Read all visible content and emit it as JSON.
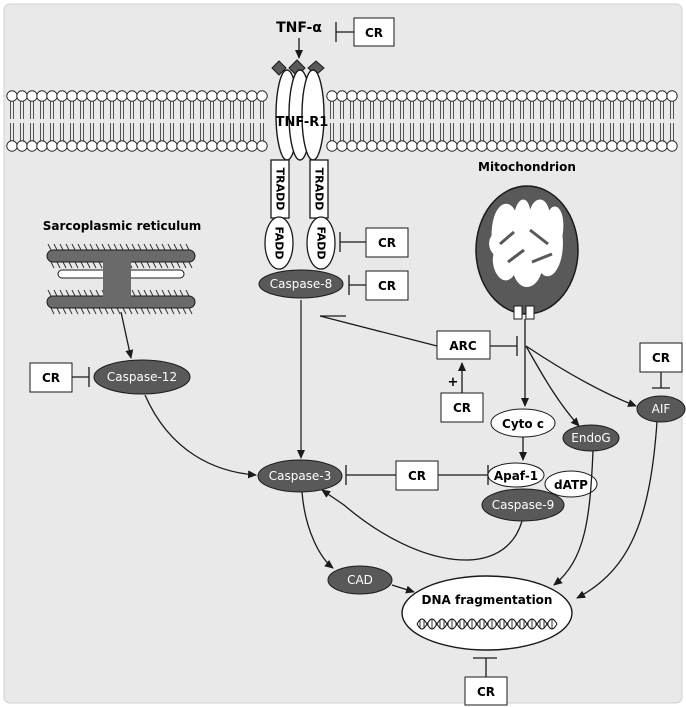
{
  "colors": {
    "background": "#e9e9e9",
    "panel_border": "#cfcfcf",
    "dark_fill": "#595959",
    "white_fill": "#ffffff",
    "stroke": "#1a1a1a",
    "membrane_ring": "#2b2b2b"
  },
  "labels": {
    "tnf_alpha": "TNF-α",
    "tnf_r1": "TNF-R1",
    "tradd_left": "TRADD",
    "tradd_right": "TRADD",
    "fadd_left": "FADD",
    "fadd_right": "FADD",
    "caspase8": "Caspase-8",
    "caspase12": "Caspase-12",
    "caspase3": "Caspase-3",
    "caspase9": "Caspase-9",
    "apaf1": "Apaf-1",
    "datp": "dATP",
    "cad": "CAD",
    "dna_fragmentation": "DNA fragmentation",
    "mitochondrion": "Mitochondrion",
    "sarcoplasmic_reticulum": "Sarcoplasmic reticulum",
    "arc": "ARC",
    "cyto_c": "Cyto c",
    "endog": "EndoG",
    "aif": "AIF",
    "plus_sign": "+"
  },
  "cr_boxes": [
    {
      "id": "cr-tnf",
      "label": "CR"
    },
    {
      "id": "cr-fadd",
      "label": "CR"
    },
    {
      "id": "cr-caspase8",
      "label": "CR"
    },
    {
      "id": "cr-caspase12",
      "label": "CR"
    },
    {
      "id": "cr-arc",
      "label": "CR"
    },
    {
      "id": "cr-aif",
      "label": "CR"
    },
    {
      "id": "cr-apaf",
      "label": "CR"
    },
    {
      "id": "cr-dna",
      "label": "CR"
    }
  ],
  "icons": {
    "membrane": "lipid-bilayer-icon",
    "mitochondrion": "mitochondrion-icon",
    "sarcoplasmic_reticulum": "sarcoplasmic-reticulum-icon",
    "dna": "dna-helix-icon"
  }
}
